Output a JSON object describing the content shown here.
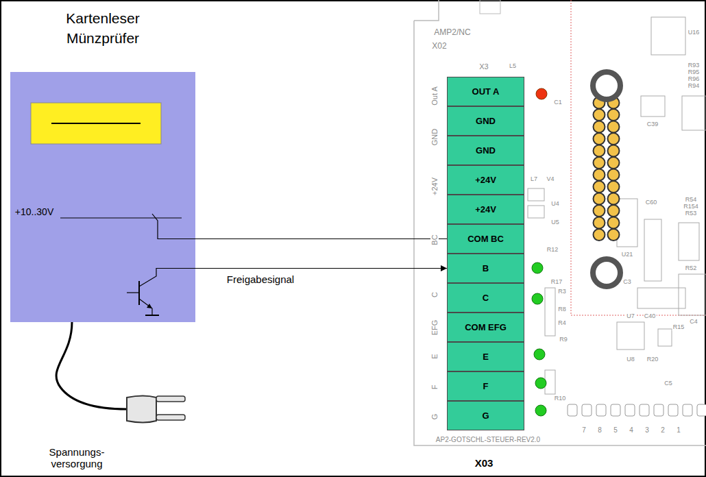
{
  "diagram": {
    "nodes": [
      {
        "text": [
          "Kartenleser Münzprüfer"
        ]
      },
      {
        "text": [
          "OUT A"
        ]
      },
      {
        "text": [
          "GND"
        ]
      },
      {
        "text": [
          "GND"
        ]
      },
      {
        "text": [
          "+24V"
        ]
      },
      {
        "text": [
          "+24V"
        ]
      },
      {
        "text": [
          "COM BC"
        ]
      },
      {
        "text": [
          "B"
        ]
      },
      {
        "text": [
          "C"
        ]
      },
      {
        "text": [
          "COM EFG"
        ]
      },
      {
        "text": [
          "E"
        ]
      },
      {
        "text": [
          "F"
        ]
      },
      {
        "text": [
          "G"
        ]
      }
    ],
    "edges": [
      {
        "from": 0,
        "to": 6,
        "arrow": "none"
      },
      {
        "from": 0,
        "to": 7,
        "arrow": "to",
        "label": "Freigabesignal"
      }
    ],
    "labels": [
      "+10..30V",
      "Spannungs- versorgung",
      "X03",
      "AP2-GOTSCHL-STEUER-REV2.0",
      "AMP2/NC",
      "X02",
      "X3",
      "L5",
      "Out A",
      "GND",
      "+24V",
      "BC",
      "C",
      "EFG",
      "E",
      "F",
      "G",
      "C1",
      "L7",
      "V4",
      "U4",
      "U5",
      "R12",
      "R17",
      "R3",
      "R8",
      "R4",
      "R9",
      "R10",
      "U16",
      "R93",
      "R95",
      "R96",
      "R94",
      "C39",
      "C60",
      "R54",
      "R154",
      "R53",
      "U21",
      "R52",
      "C3",
      "C40",
      "C4",
      "U7",
      "R15",
      "U8",
      "R20",
      "C5",
      "7",
      "8",
      "5",
      "4",
      "3",
      "2",
      "1"
    ]
  }
}
